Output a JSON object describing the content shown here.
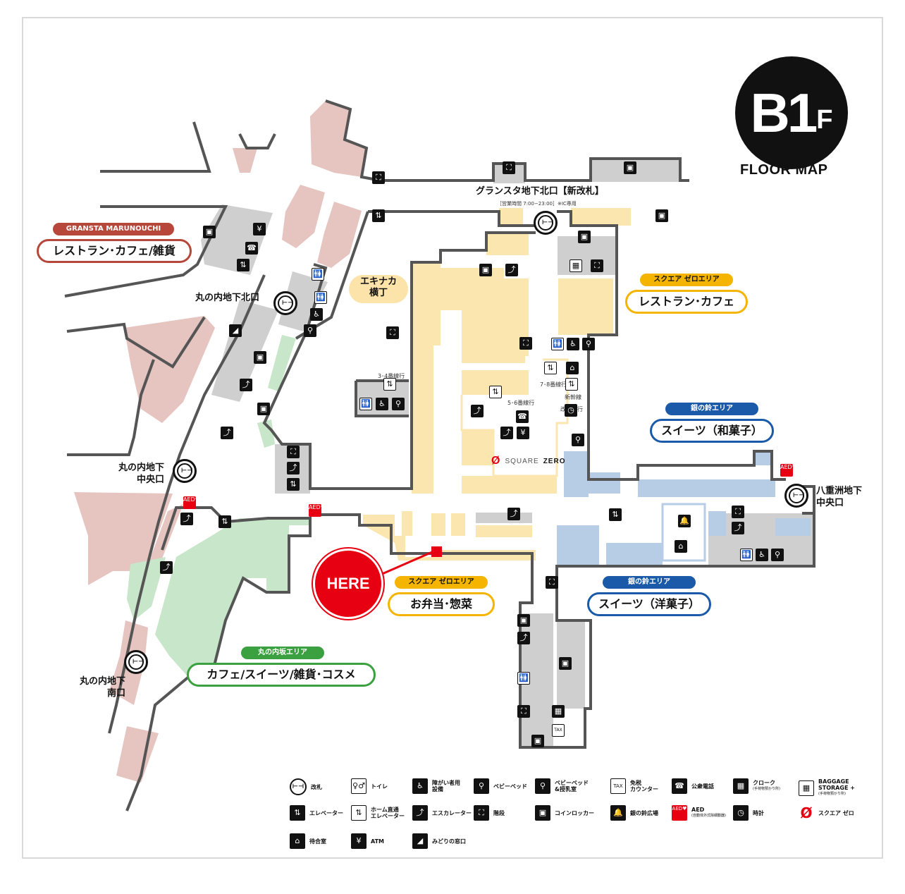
{
  "header": {
    "floor_main": "B1",
    "floor_suffix": "F",
    "title": "FLOOR MAP"
  },
  "colors": {
    "marunouchi_red": "#b6473a",
    "square_zero_yellow": "#f5b400",
    "ginnosuzu_blue": "#1a5aa8",
    "marunouchi_saka_green": "#3aa040",
    "here_red": "#e60012",
    "shop_pink": "#e6c4c0",
    "shop_yellow": "#fbe6b0",
    "shop_blue": "#b7cde6",
    "shop_green": "#c8e6c9",
    "facility_gray": "#cccccc",
    "wall": "#555555"
  },
  "gates": {
    "north_new": {
      "name": "グランスタ地下北口【新改札】",
      "note": "［営業時間 7:00−23:00］※IC専用"
    },
    "marunouchi_north": "丸の内地下北口",
    "marunouchi_central_l1": "丸の内地下",
    "marunouchi_central_l2": "中央口",
    "marunouchi_south_l1": "丸の内地下",
    "marunouchi_south_l2": "南口",
    "yaesu_central_l1": "八重洲地下",
    "yaesu_central_l2": "中央口",
    "gate_glyph": "⊢⊣"
  },
  "areas": {
    "granstamarunouchi": {
      "tag": "GRANSTA MARUNOUCHI",
      "title": "レストラン･カフェ/雑貨"
    },
    "ekinaka": {
      "line1": "エキナカ",
      "line2": "横丁"
    },
    "squarezero_restaurant": {
      "tag": "スクエア ゼロエリア",
      "title": "レストラン･カフェ"
    },
    "ginnosuzu_wagashi": {
      "tag": "銀の鈴エリア",
      "title": "スイーツ（和菓子）"
    },
    "ginnosuzu_yogashi": {
      "tag": "銀の鈴エリア",
      "title": "スイーツ（洋菓子）"
    },
    "squarezero_bento": {
      "tag": "スクエア ゼロエリア",
      "title": "お弁当･惣菜"
    },
    "marunouchizaka": {
      "tag": "丸の内坂エリア",
      "title": "カフェ/スイーツ/雑貨･コスメ"
    }
  },
  "platform_labels": {
    "p34": "3･4番線行",
    "p56": "5･6番線行",
    "p78": "7･8番線行",
    "shinkansen_l1": "新幹線",
    "shinkansen_l2": "改札口行"
  },
  "here": {
    "label": "HERE"
  },
  "square_zero_logo": {
    "glyph": "Ø",
    "word1": "SQUARE",
    "word2": "ZERO"
  },
  "icons": {
    "stairs": "⛶",
    "elevator": "⇅",
    "escalator": "⤴",
    "locker": "▣",
    "toilet": "🚻",
    "accessible": "♿",
    "babybed": "⚲",
    "phone": "☎",
    "atm": "¥",
    "aed": "AED♥",
    "clock": "◷",
    "bell": "🔔",
    "waiting": "⌂",
    "midori": "◢",
    "cloak": "▦",
    "taxfree": "TAX"
  },
  "legend": [
    {
      "icon": "gate",
      "glyph": "⊢⊣",
      "label": "改札"
    },
    {
      "icon": "toilet",
      "glyph": "♀♂",
      "label": "トイレ"
    },
    {
      "icon": "accessible",
      "glyph": "♿",
      "label": "障がい者用\n設備"
    },
    {
      "icon": "babybed",
      "glyph": "⚲",
      "label": "ベビーベッド"
    },
    {
      "icon": "nursing",
      "glyph": "⚲",
      "label": "ベビーベッド\n&授乳室"
    },
    {
      "icon": "taxfree",
      "glyph": "TAX",
      "label": "免税\nカウンター"
    },
    {
      "icon": "phone",
      "glyph": "☎",
      "label": "公衆電話"
    },
    {
      "icon": "cloak",
      "glyph": "▦",
      "label": "クローク",
      "sub": "(手荷物預かり所)"
    },
    {
      "icon": "baggage",
      "glyph": "▦",
      "label": "BAGGAGE\nSTORAGE +",
      "sub": "(手荷物預かり所)"
    },
    {
      "icon": "elevator",
      "glyph": "⇅",
      "label": "エレベーター"
    },
    {
      "icon": "platform-elevator",
      "glyph": "⇅",
      "label": "ホーム直通\nエレベーター"
    },
    {
      "icon": "escalator",
      "glyph": "⤴",
      "label": "エスカレーター"
    },
    {
      "icon": "stairs",
      "glyph": "⛶",
      "label": "階段"
    },
    {
      "icon": "locker",
      "glyph": "▣",
      "label": "コインロッカー"
    },
    {
      "icon": "bell",
      "glyph": "🔔",
      "label": "銀の鈴広場"
    },
    {
      "icon": "aed",
      "glyph": "AED♥",
      "label": "AED",
      "sub": "(自動体外式除細動器)"
    },
    {
      "icon": "clock",
      "glyph": "◷",
      "label": "時計"
    },
    {
      "icon": "square-zero",
      "glyph": "Ø",
      "label": "スクエア ゼロ"
    },
    {
      "icon": "waiting",
      "glyph": "⌂",
      "label": "待合室"
    },
    {
      "icon": "atm",
      "glyph": "¥",
      "label": "ATM"
    },
    {
      "icon": "midori",
      "glyph": "◢",
      "label": "みどりの窓口"
    }
  ]
}
